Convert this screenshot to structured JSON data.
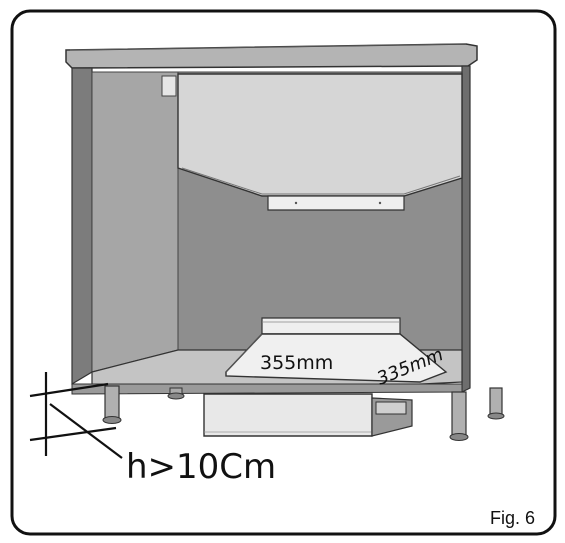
{
  "labels": {
    "width": "355mm",
    "depth": "335mm",
    "clearance": "h>10Cm",
    "figure": "Fig. 6"
  },
  "colors": {
    "frame": "#111111",
    "cabinet_top": "#9a9a9a",
    "interior_back": "#8b8b8b",
    "interior_side": "#a3a3a3",
    "floor": "#c2c2c2",
    "hood_panel": "#d4d4d4",
    "metal_light": "#efefef"
  }
}
